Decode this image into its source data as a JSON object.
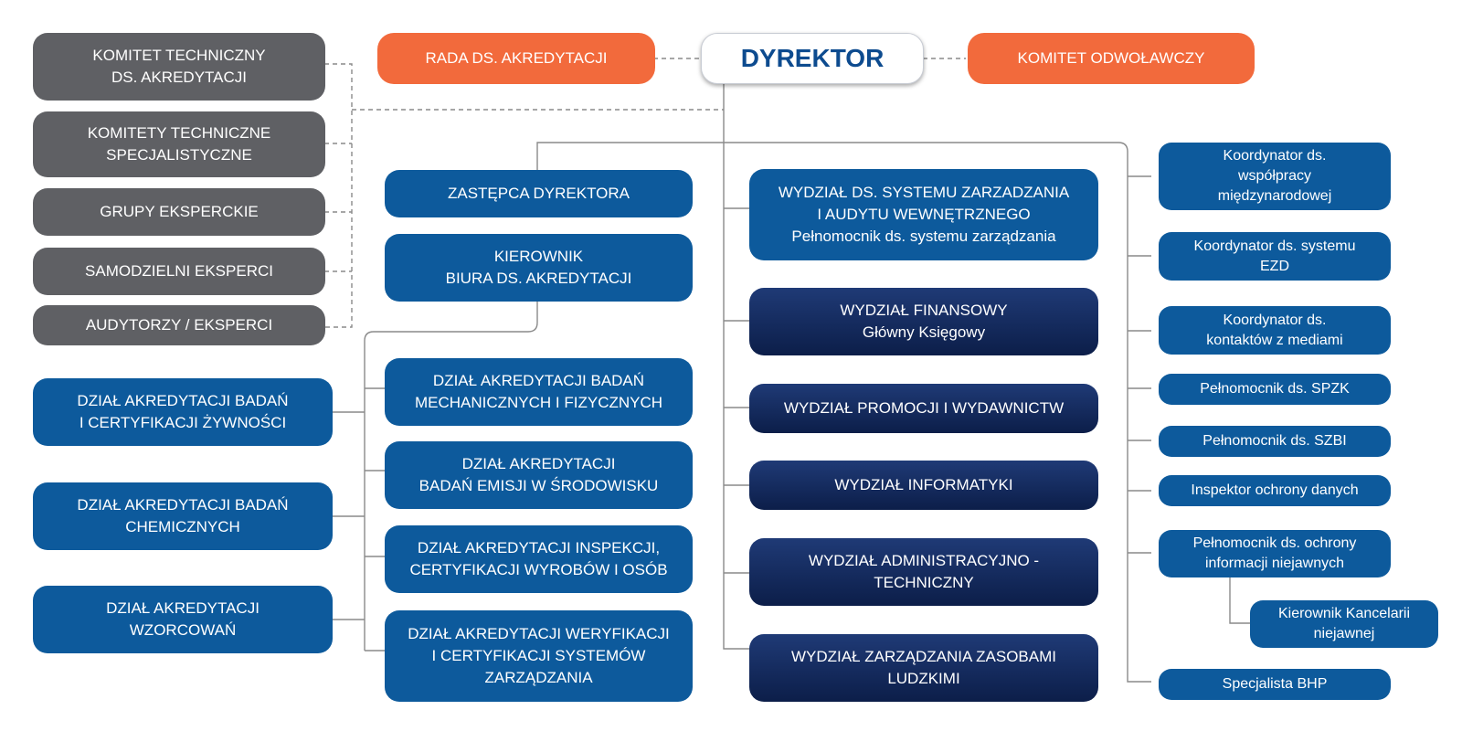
{
  "director": "DYREKTOR",
  "council": "RADA DS.  AKREDYTACJI",
  "appeals": "KOMITET  ODWOŁAWCZY",
  "advisory": [
    [
      "KOMITET TECHNICZNY",
      "DS. AKREDYTACJI"
    ],
    [
      "KOMITETY TECHNICZNE",
      "SPECJALISTYCZNE"
    ],
    [
      "GRUPY EKSPERCKIE"
    ],
    [
      "SAMODZIELNI EKSPERCI"
    ],
    [
      "AUDYTORZY / EKSPERCI"
    ]
  ],
  "deputy": [
    "ZASTĘPCA DYREKTORA"
  ],
  "office_head": [
    "KIEROWNIK",
    "BIURA DS. AKREDYTACJI"
  ],
  "divisions_left": [
    [
      "DZIAŁ AKREDYTACJI BADAŃ",
      "I CERTYFIKACJI ŻYWNOŚCI"
    ],
    [
      "DZIAŁ AKREDYTACJI BADAŃ",
      "CHEMICZNYCH"
    ],
    [
      "DZIAŁ AKREDYTACJI",
      "WZORCOWAŃ"
    ]
  ],
  "divisions_mid": [
    [
      "DZIAŁ AKREDYTACJI BADAŃ",
      "MECHANICZNYCH I FIZYCZNYCH"
    ],
    [
      "DZIAŁ AKREDYTACJI",
      "BADAŃ EMISJI W ŚRODOWISKU"
    ],
    [
      "DZIAŁ AKREDYTACJI INSPEKCJI,",
      "CERTYFIKACJI WYROBÓW I OSÓB"
    ],
    [
      "DZIAŁ AKREDYTACJI WERYFIKACJI",
      "I CERTYFIKACJI SYSTEMÓW",
      "ZARZĄDZANIA"
    ]
  ],
  "departments": [
    [
      "WYDZIAŁ DS. SYSTEMU ZARZADZANIA",
      "I AUDYTU WEWNĘTRZNEGO",
      "Pełnomocnik ds. systemu zarządzania"
    ],
    [
      "WYDZIAŁ FINANSOWY",
      "Główny Księgowy"
    ],
    [
      "WYDZIAŁ PROMOCJI  I WYDAWNICTW"
    ],
    [
      "WYDZIAŁ INFORMATYKI"
    ],
    [
      "WYDZIAŁ ADMINISTRACYJNO -",
      "TECHNICZNY"
    ],
    [
      "WYDZIAŁ ZARZĄDZANIA ZASOBAMI",
      "LUDZKIMI"
    ]
  ],
  "positions": [
    [
      "Koordynator ds.",
      "współpracy",
      "międzynarodowej"
    ],
    [
      "Koordynator ds. systemu",
      "EZD"
    ],
    [
      "Koordynator ds.",
      "kontaktów z mediami"
    ],
    [
      "Pełnomocnik ds. SPZK"
    ],
    [
      "Pełnomocnik ds. SZBI"
    ],
    [
      "Inspektor ochrony danych"
    ],
    [
      "Pełnomocnik ds. ochrony",
      "informacji niejawnych"
    ],
    [
      "Kierownik Kancelarii",
      "niejawnej"
    ],
    [
      "Specjalista BHP"
    ]
  ],
  "colors": {
    "gray": "#5f6064",
    "orange": "#f26a3c",
    "blue": "#0d5a9c",
    "navy": "#132c5e",
    "director_text": "#0d4b8f",
    "line": "#8a8a8a"
  }
}
